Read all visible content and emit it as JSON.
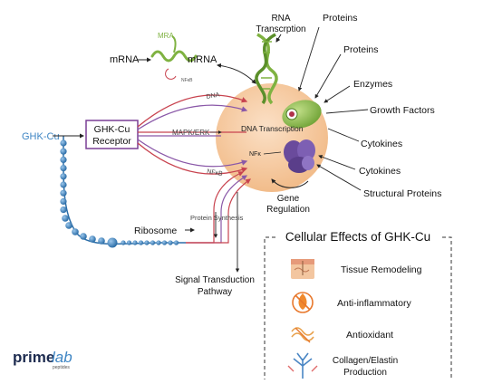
{
  "diagram": {
    "ghk_cu_label": "GHK-Cu",
    "receptor_label_line1": "GHK-Cu",
    "receptor_label_line2": "Receptor",
    "mra_label": "MRA",
    "mrna_left": "mRNA",
    "mrna_right": "mRNA",
    "nfkb_small": "NFκB",
    "rna_transcription_line1": "RNA",
    "rna_transcription_line2": "Transcrption",
    "pathway_dna": "DNA",
    "pathway_mapk": "MAPK/ERK",
    "pathway_nfkb": "NFκB",
    "dna_transcription": "DNA Transcription",
    "nfk_inner": "NFκ",
    "right_labels": [
      "Proteins",
      "Proteins",
      "Enzymes",
      "Growth Factors",
      "Cytokines",
      "Cytokines",
      "Structural Proteins"
    ],
    "gene_regulation_line1": "Gene",
    "gene_regulation_line2": "Regulation",
    "ribosome": "Ribosome",
    "protein_synthesis": "Protein Synthesis",
    "signal_line1": "Signal Transduction",
    "signal_line2": "Pathway"
  },
  "effects_panel": {
    "title": "Cellular Effects of GHK-Cu",
    "items": [
      {
        "label_line1": "Tissue Remodeling",
        "label_line2": "",
        "icon": "skin-layers-icon"
      },
      {
        "label_line1": "Anti-inflammatory",
        "label_line2": "",
        "icon": "flame-crossed-icon"
      },
      {
        "label_line1": "Antioxidant",
        "label_line2": "",
        "icon": "molecule-crossed-icon"
      },
      {
        "label_line1": "Collagen/Elastin",
        "label_line2": "Production",
        "icon": "fiber-branch-icon"
      }
    ]
  },
  "logo": {
    "prime": "prime",
    "lab": "lab",
    "sub": "peptides"
  },
  "colors": {
    "ghk_blue": "#3f86c4",
    "receptor_purple": "#7a3f95",
    "nucleus": "#f5c9a3",
    "green": "#7fb241",
    "pathway_red": "#c8434f",
    "pathway_purple": "#8a58a8"
  }
}
